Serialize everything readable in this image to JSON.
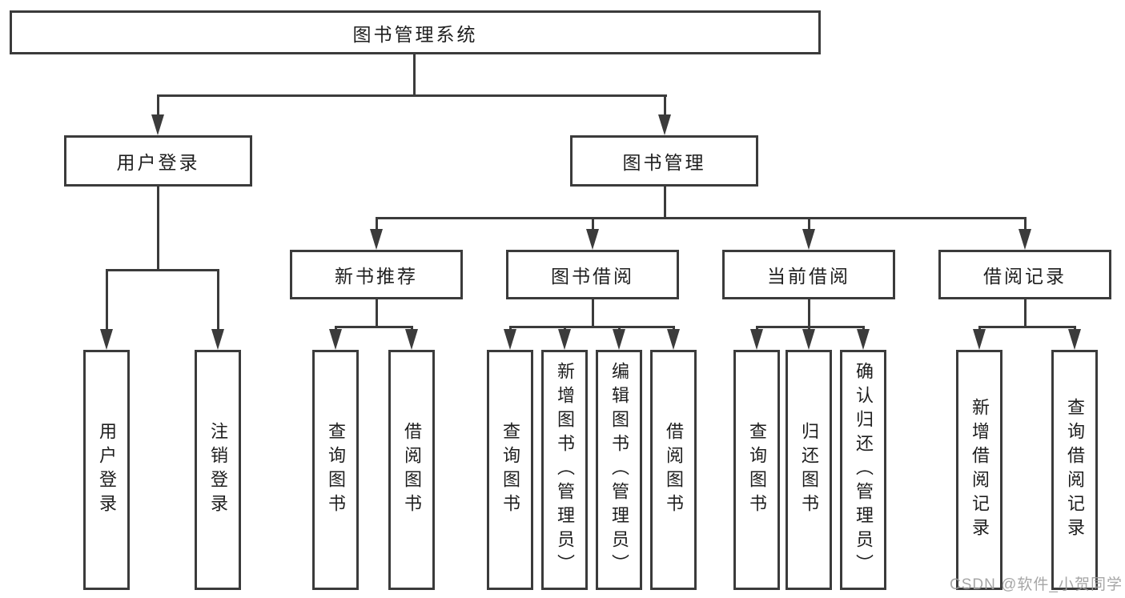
{
  "diagram": {
    "type": "functional-structure-tree",
    "root": {
      "label": "图书管理系统"
    },
    "level2": [
      {
        "label": "用户登录"
      },
      {
        "label": "图书管理"
      }
    ],
    "level3": [
      {
        "label": "新书推荐"
      },
      {
        "label": "图书借阅"
      },
      {
        "label": "当前借阅"
      },
      {
        "label": "借阅记录"
      }
    ],
    "leaves": {
      "user_login": [
        "用户登录",
        "注销登录"
      ],
      "new_book_recommend": [
        "查询图书",
        "借阅图书"
      ],
      "book_borrow": [
        "查询图书",
        "新增图书（管理员）",
        "编辑图书（管理员）",
        "借阅图书"
      ],
      "current_borrow": [
        "查询图书",
        "归还图书",
        "确认归还（管理员）"
      ],
      "borrow_records": [
        "新增借阅记录",
        "查询借阅记录"
      ]
    },
    "colors": {
      "line": "#3b3b3b",
      "text": "#1e1e1e",
      "box_background": "#ffffff"
    }
  },
  "watermark": {
    "text": "CSDN @软件_小贺同学"
  }
}
